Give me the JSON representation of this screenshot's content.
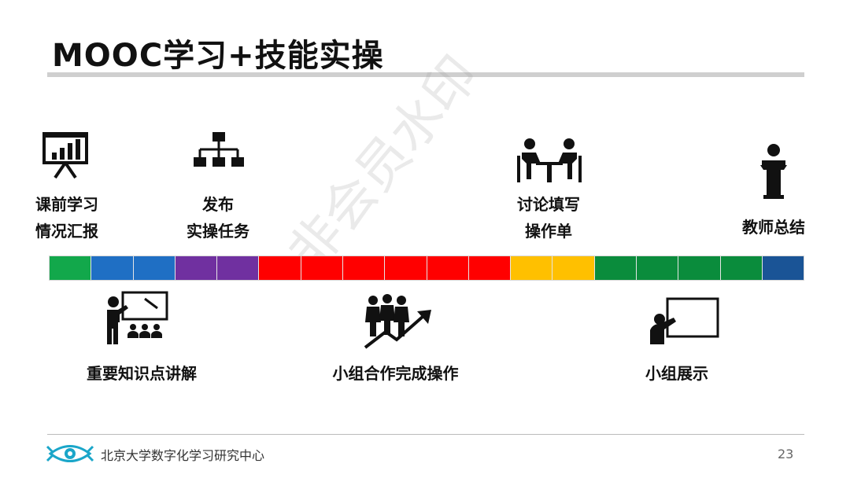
{
  "slide": {
    "title": "MOOC学习+技能实操",
    "page_number": "23",
    "watermark": "非会员水印",
    "footer_org": "北京大学数字化学习研究中心"
  },
  "top_steps": [
    {
      "line1": "课前学习",
      "line2": "情况汇报",
      "icon": "presentation-chart-icon"
    },
    {
      "line1": "发布",
      "line2": "实操任务",
      "icon": "hierarchy-icon"
    },
    {
      "line1": "讨论填写",
      "line2": "操作单",
      "icon": "discussion-table-icon"
    },
    {
      "line1": "教师总结",
      "icon": "podium-speaker-icon"
    }
  ],
  "bottom_steps": [
    {
      "label": "重要知识点讲解",
      "icon": "teacher-lecture-icon"
    },
    {
      "label": "小组合作完成操作",
      "icon": "team-growth-icon"
    },
    {
      "label": "小组展示",
      "icon": "presenter-board-icon"
    }
  ],
  "timeline_colors": [
    "#12a84b",
    "#1f6fc4",
    "#1f6fc4",
    "#7030a0",
    "#7030a0",
    "#ff0000",
    "#ff0000",
    "#ff0000",
    "#ff0000",
    "#ff0000",
    "#ff0000",
    "#ffc000",
    "#ffc000",
    "#0a8c3c",
    "#0a8c3c",
    "#0a8c3c",
    "#0a8c3c",
    "#1a5496"
  ]
}
